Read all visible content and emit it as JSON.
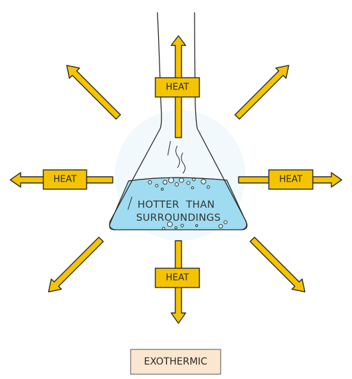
{
  "diagram": {
    "heat_labels": [
      "HEAT",
      "HEAT",
      "HEAT",
      "HEAT"
    ],
    "flask_text": {
      "line1": "HOTTER  THAN",
      "line2": "SURROUNDINGS"
    },
    "caption": "EXOTHERMIC"
  },
  "colors": {
    "arrow_fill": "#f5c400",
    "liquid_fill": "#9fdcf2",
    "caption_box_fill": "#fbe7cf",
    "outline": "#2b2b2b"
  }
}
